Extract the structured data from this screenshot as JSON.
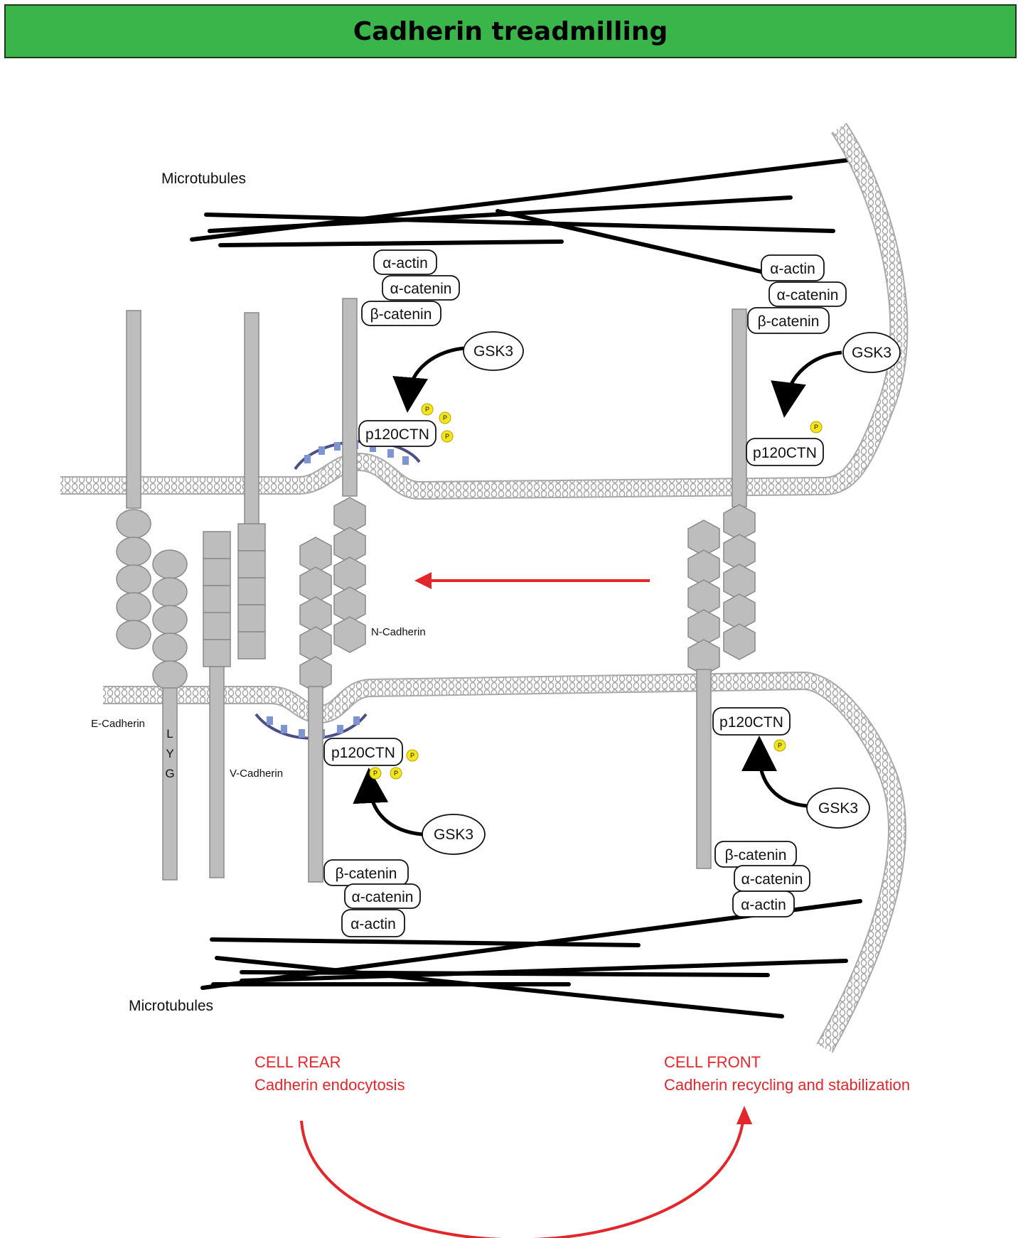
{
  "title": "Cadherin treadmilling",
  "labels": {
    "microtubules_top": "Microtubules",
    "microtubules_bottom": "Microtubules",
    "e_cadherin": "E-Cadherin",
    "v_cadherin": "V-Cadherin",
    "n_cadherin": "N-Cadherin",
    "lyg_l": "L",
    "lyg_y": "Y",
    "lyg_g": "G",
    "phospho": "P"
  },
  "proteins": {
    "alpha_actin": "α-actin",
    "alpha_catenin": "α-catenin",
    "beta_catenin": "β-catenin",
    "p120": "p120CTN",
    "gsk3": "GSK3"
  },
  "annotations": {
    "rear_line1": "CELL REAR",
    "rear_line2": "Cadherin endocytosis",
    "front_line1": "CELL FRONT",
    "front_line2": "Cadherin recycling and stabilization"
  },
  "colors": {
    "banner": "#3ab54a",
    "membrane": "#b9b9b9",
    "cadherin": "#bdbdbd",
    "arrow_red": "#e3262b",
    "phospho_yellow": "#f5e61a",
    "clathrin": "#6e7fc4"
  }
}
